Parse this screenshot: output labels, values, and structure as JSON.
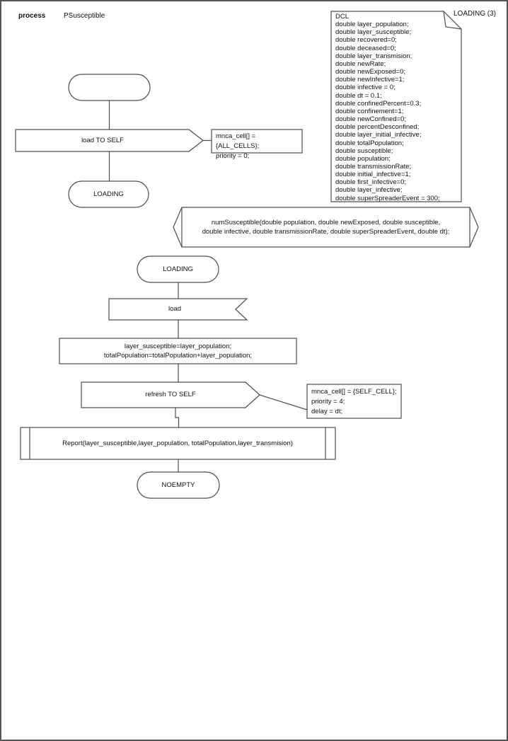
{
  "header": {
    "kind": "process",
    "name": "PSusceptible",
    "page_label": "LOADING (3)"
  },
  "colors": {
    "stroke": "#4d4d4d",
    "text": "#111111",
    "background": "#ffffff"
  },
  "declarations": {
    "lines": [
      "DCL",
      "double layer_population;",
      "double layer_susceptible;",
      "double recovered=0;",
      "double deceased=0;",
      "double layer_transmision;",
      "double newRate;",
      "double newExposed=0;",
      "double newInfective=1;",
      "double infective = 0;",
      "double dt = 0.1;",
      "double confinedPercent=0.3;",
      "double confinement=1;",
      "double newConfined=0;",
      "double percentDesconfined;",
      "double layer_initial_infective;",
      "double totalPopulation;",
      "double susceptible;",
      "double population;",
      "double transmissionRate;",
      "double initial_infective=1;",
      "double first_infective=0;",
      "double layer_infective;",
      "double superSpreaderEvent = 300;"
    ]
  },
  "flow": {
    "output_load": "load TO SELF",
    "comment_load": [
      "mnca_cell[] = {ALL_CELLS};",
      "priority = 0;"
    ],
    "state_loading": "LOADING",
    "procedure_declaration": [
      "numSusceptible(double population, double newExposed, double susceptible,",
      "double infective, double transmissionRate, double superSpreaderEvent, double dt);"
    ],
    "state_loading_2": "LOADING",
    "input_load": "load",
    "task": [
      "layer_susceptible=layer_population;",
      "totalPopulation=totalPopulation+layer_population;"
    ],
    "output_refresh": "refresh TO SELF",
    "comment_refresh": [
      "mnca_cell[] = {SELF_CELL};",
      "priority = 4;",
      "delay = dt;"
    ],
    "procedure_call": "Report(layer_susceptible,layer_population, totalPopulation,layer_transmision)",
    "state_noempty": "NOEMPTY"
  }
}
